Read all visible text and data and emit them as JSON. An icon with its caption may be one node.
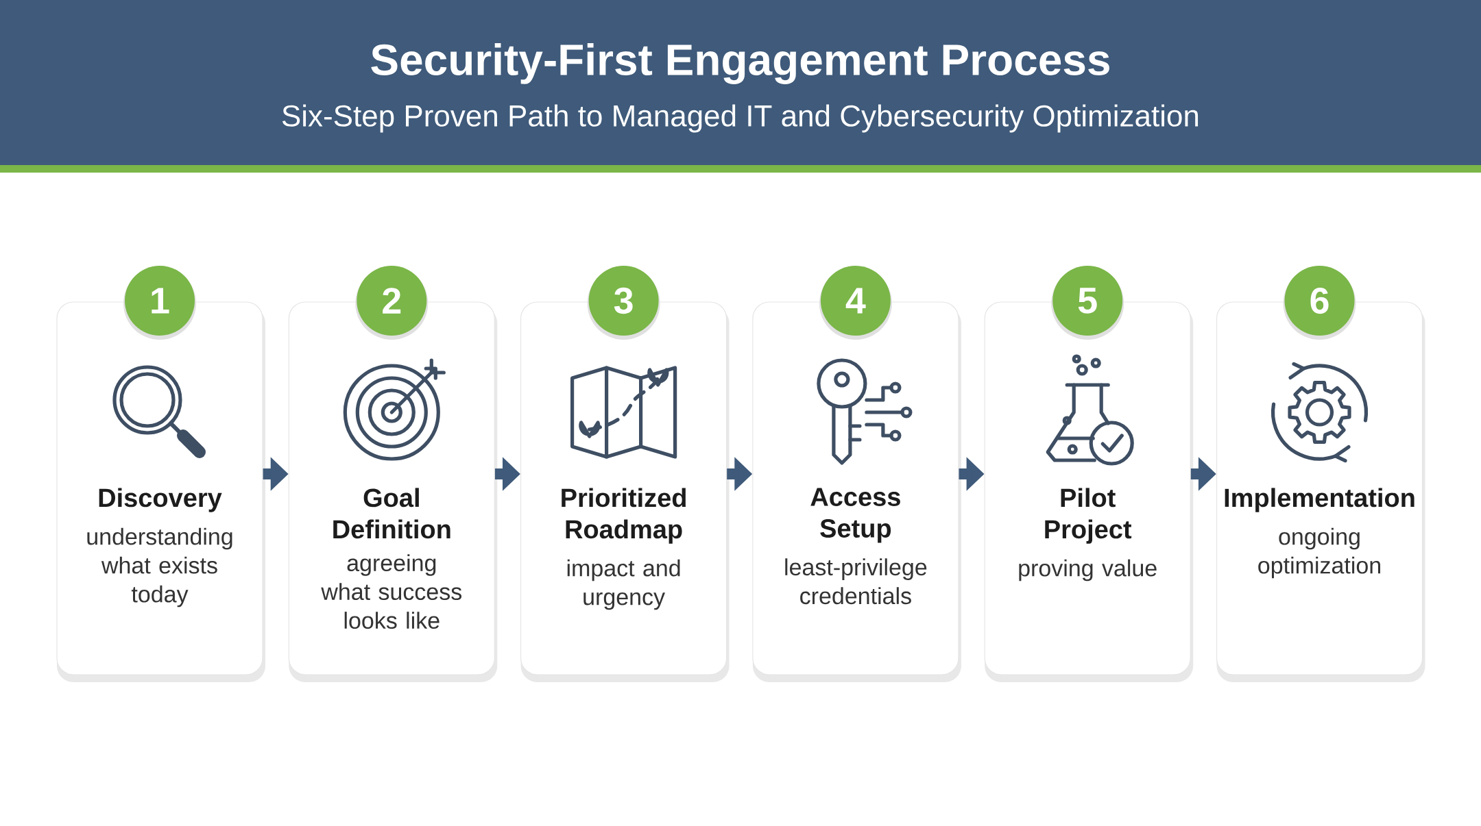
{
  "diagram": {
    "title": "Security-First Engagement Process",
    "nodes": [
      {
        "text": [
          "1"
        ]
      },
      {
        "text": [
          "Discovery",
          "understanding what exists today"
        ]
      },
      {
        "text": [
          "2"
        ]
      },
      {
        "text": [
          "Goal Definition",
          "agreeing what success looks like"
        ]
      },
      {
        "text": [
          "3"
        ]
      },
      {
        "text": [
          "Prioritized Roadmap",
          "impact and urgency"
        ]
      },
      {
        "text": [
          "4"
        ]
      },
      {
        "text": [
          "Access Setup",
          "least-privilege credentials"
        ]
      },
      {
        "text": [
          "5"
        ]
      },
      {
        "text": [
          "Pilot Project",
          "proving value"
        ]
      },
      {
        "text": [
          "6"
        ]
      },
      {
        "text": [
          "Implementation",
          "ongoing optimization"
        ]
      }
    ],
    "edges": [
      {
        "from": 1,
        "to": 3,
        "arrow": "to"
      },
      {
        "from": 3,
        "to": 5,
        "arrow": "to"
      },
      {
        "from": 5,
        "to": 7,
        "arrow": "to"
      },
      {
        "from": 7,
        "to": 9,
        "arrow": "to"
      },
      {
        "from": 9,
        "to": 11,
        "arrow": "to"
      }
    ],
    "labels": [
      "Six-Step Proven Path to Managed IT and Cybersecurity Optimization"
    ]
  }
}
